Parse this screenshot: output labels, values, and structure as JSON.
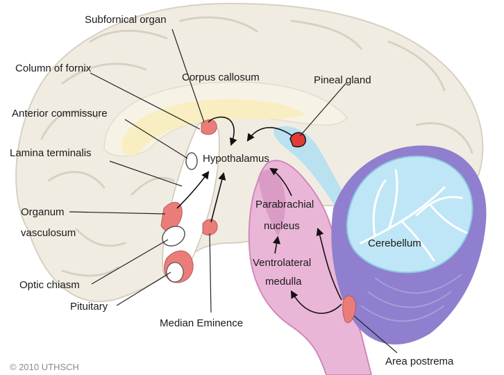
{
  "labels": {
    "subfornical_organ": "Subfornical organ",
    "column_of_fornix": "Column of fornix",
    "corpus_callosum": "Corpus callosum",
    "pineal_gland": "Pineal gland",
    "anterior_commissure": "Anterior commissure",
    "lamina_terminalis": "Lamina terminalis",
    "hypothalamus": "Hypothalamus",
    "organum_vasculosum_line1": "Organum",
    "organum_vasculosum_line2": "vasculosum",
    "parabrachial_line1": "Parabrachial",
    "parabrachial_line2": "nucleus",
    "cerebellum": "Cerebellum",
    "ventrolateral_line1": "Ventrolateral",
    "ventrolateral_line2": "medulla",
    "optic_chiasm": "Optic chiasm",
    "pituitary": "Pituitary",
    "median_eminence": "Median Eminence",
    "area_postrema": "Area postrema"
  },
  "copyright": "© 2010 UTHSCH",
  "colors": {
    "cortex": "#f1ece2",
    "cortex_fold": "#d8d0c1",
    "corpus_callosum": "#f8eec2",
    "ventricle": "#b9e1ef",
    "brainstem": "#eab6d7",
    "brainstem_dark": "#cf88b9",
    "cerebellum_outer": "#8f7fce",
    "cerebellum_inner": "#bfe6f6",
    "circumventricular_organ": "#ea7d7a",
    "pineal": "#e23b35"
  }
}
